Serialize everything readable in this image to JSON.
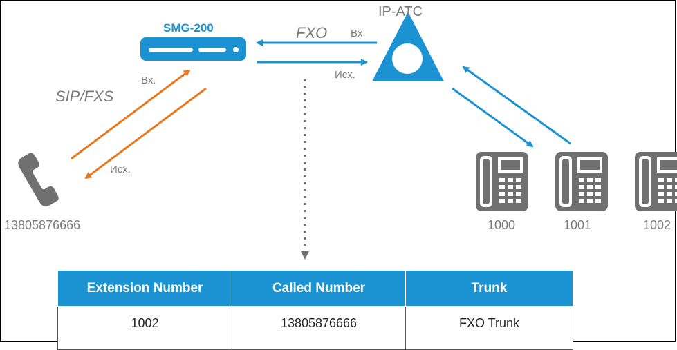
{
  "device": {
    "name": "SMG-200"
  },
  "pbx": {
    "name": "IP-ATC"
  },
  "protocols": {
    "fxo": "FXO",
    "sip_fxs": "SIP/FXS"
  },
  "directions": {
    "fxo_incoming": "Вх.",
    "fxo_outgoing": "Исх.",
    "sip_incoming": "Вх.",
    "sip_outgoing": "Исх."
  },
  "external_phone": {
    "number": "13805876666"
  },
  "extensions": [
    {
      "number": "1000"
    },
    {
      "number": "1001"
    },
    {
      "number": "1002"
    }
  ],
  "colors": {
    "blue": "#1b93d3",
    "orange": "#e8781e",
    "gray": "#6f6f6f"
  },
  "table": {
    "headers": [
      "Extension Number",
      "Called Number",
      "Trunk"
    ],
    "rows": [
      [
        "1002",
        "13805876666",
        "FXO Trunk"
      ]
    ]
  }
}
